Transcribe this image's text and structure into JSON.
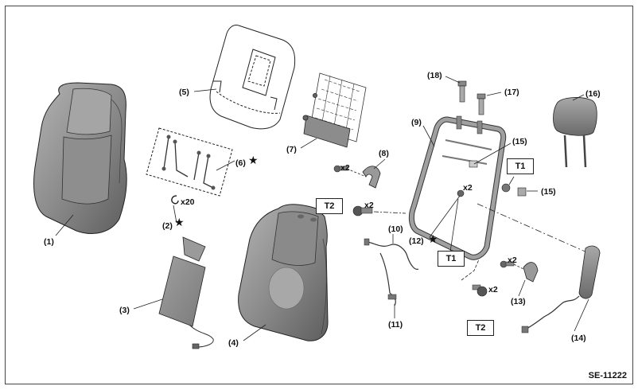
{
  "diagram_code": "SE-11222",
  "labels": {
    "p1": "(1)",
    "p2": "(2)",
    "p3": "(3)",
    "p4": "(4)",
    "p5": "(5)",
    "p6": "(6)",
    "p7": "(7)",
    "p8": "(8)",
    "p9": "(9)",
    "p10": "(10)",
    "p11": "(11)",
    "p12": "(12)",
    "p13": "(13)",
    "p14": "(14)",
    "p15a": "(15)",
    "p15b": "(15)",
    "p16": "(16)",
    "p17": "(17)",
    "p18": "(18)"
  },
  "quantities": {
    "hog_rings": "x20",
    "bolt_8": "x2",
    "bolt_t2_upper": "x2",
    "bolt_12": "x2",
    "bolt_13": "x2",
    "bolt_t2_lower": "x2"
  },
  "torque_boxes": {
    "t1_upper": "T1",
    "t1_lower": "T1",
    "t2_upper": "T2",
    "t2_lower": "T2"
  },
  "star_symbol": "★",
  "colors": {
    "line": "#222222",
    "seat_fill": "#8a8a8a",
    "seat_dark": "#5a5a5a",
    "seat_light": "#b5b5b5",
    "frame_fill": "#9c9c9c"
  }
}
